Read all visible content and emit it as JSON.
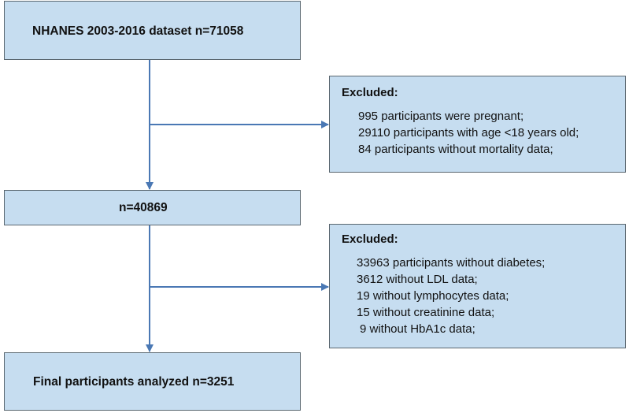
{
  "flowchart": {
    "start_box": {
      "label": "NHANES 2003-2016 dataset n=71058"
    },
    "exclusion_1": {
      "title": "Excluded:",
      "items": [
        "995 participants were pregnant;",
        "29110 participants with age <18 years old;",
        "84 participants without mortality data;"
      ]
    },
    "middle_box": {
      "label": "n=40869"
    },
    "exclusion_2": {
      "title": "Excluded:",
      "items": [
        "33963 participants without diabetes;",
        "3612 without LDL data;",
        "19 without lymphocytes data;",
        "15 without creatinine data;",
        "9 without HbA1c data;"
      ]
    },
    "final_box": {
      "label": "Final participants analyzed n=3251"
    }
  },
  "colors": {
    "box_fill": "#c6ddf0",
    "box_border": "#5a6770",
    "arrow": "#4a78b4"
  }
}
